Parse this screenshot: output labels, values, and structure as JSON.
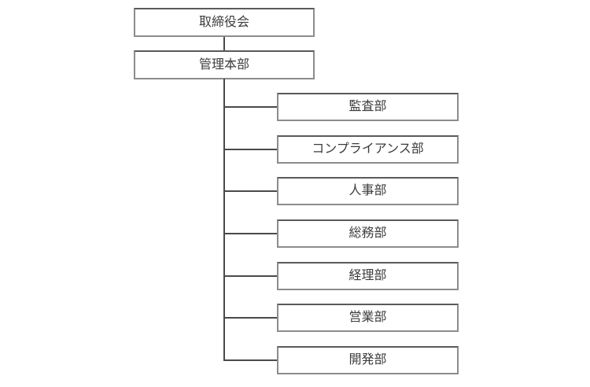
{
  "diagram": {
    "title": "organization-chart",
    "root": {
      "label": "取締役会"
    },
    "division": {
      "label": "管理本部"
    },
    "departments": [
      {
        "label": "監査部"
      },
      {
        "label": "コンプライアンス部"
      },
      {
        "label": "人事部"
      },
      {
        "label": "総務部"
      },
      {
        "label": "経理部"
      },
      {
        "label": "営業部"
      },
      {
        "label": "開発部"
      }
    ]
  },
  "colors": {
    "background": "#ffffff",
    "box_border": "#8c8c8c",
    "box_border_top": "#5a5a5a",
    "connector_line": "#4a4a4a",
    "text": "#3c3c3c"
  },
  "hierarchy_note": "取締役会 > 管理本部 > (監査部, コンプライアンス部, 人事部, 総務部, 経理部, 営業部, 開発部)"
}
